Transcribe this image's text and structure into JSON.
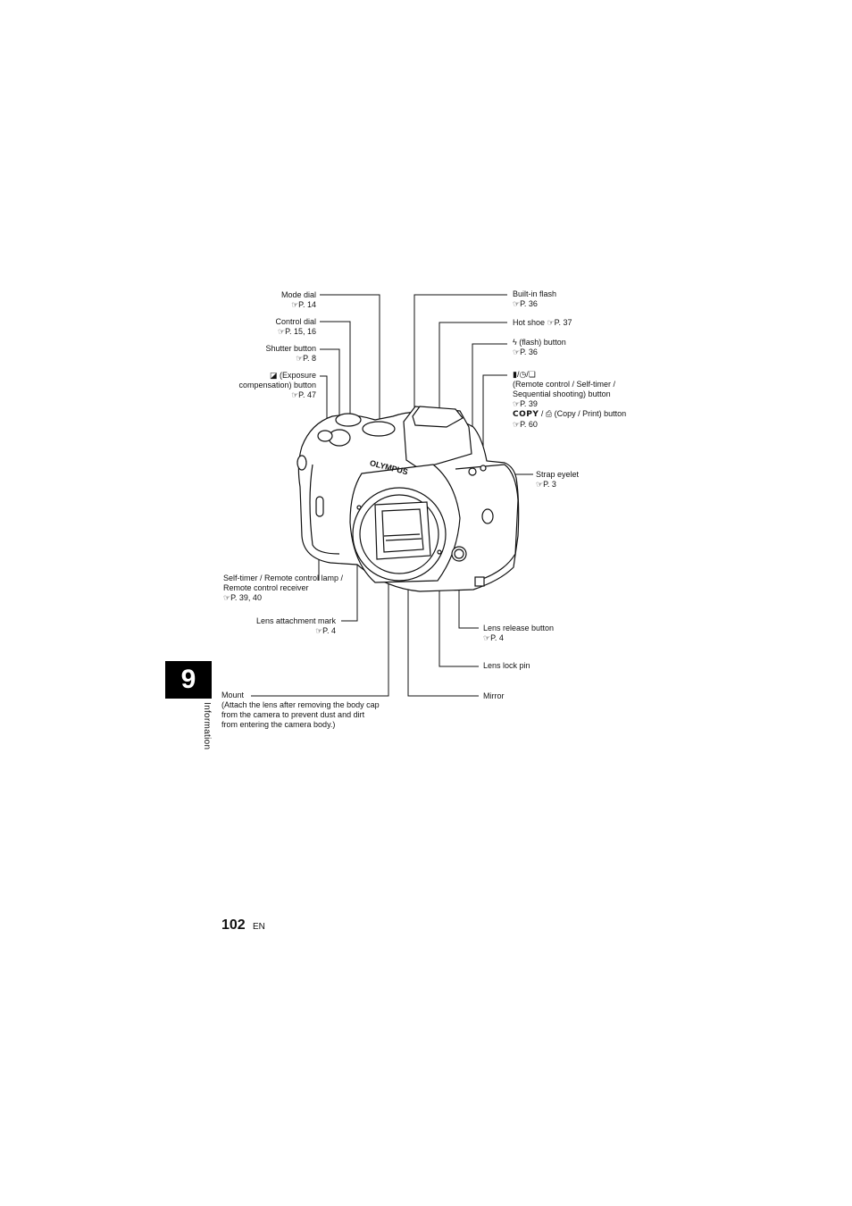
{
  "chapter": {
    "number": "9",
    "side_label": "Information"
  },
  "footer": {
    "page_number": "102",
    "language": "EN"
  },
  "labels": {
    "mode_dial": {
      "name": "Mode dial",
      "ref": "P. 14"
    },
    "control_dial": {
      "name": "Control dial",
      "ref": "P. 15, 16"
    },
    "shutter_button": {
      "name": "Shutter button",
      "ref": "P. 8"
    },
    "exposure_button": {
      "name_1": "(Exposure",
      "name_2": "compensation) button",
      "ref": "P. 47"
    },
    "built_in_flash": {
      "name": "Built-in flash",
      "ref": "P. 36"
    },
    "hot_shoe": {
      "name": "Hot shoe",
      "ref": "P. 37"
    },
    "flash_button": {
      "name": "(flash) button",
      "ref": "P. 36"
    },
    "drive_button": {
      "line_1": "(Remote control / Self-timer /",
      "line_2": "Sequential shooting) button",
      "ref": "P. 39",
      "copy_word": "COPY",
      "copy_rest": "(Copy / Print) button",
      "copy_ref": "P. 60"
    },
    "strap_eyelet": {
      "name": "Strap eyelet",
      "ref": "P. 3"
    },
    "self_timer_lamp": {
      "line_1": "Self-timer / Remote control lamp /",
      "line_2": "Remote control receiver",
      "ref": "P. 39, 40"
    },
    "lens_attachment_mark": {
      "name": "Lens attachment mark",
      "ref": "P. 4"
    },
    "lens_release_button": {
      "name": "Lens release button",
      "ref": "P. 4"
    },
    "lens_lock_pin": {
      "name": "Lens lock pin"
    },
    "mount": {
      "name": "Mount",
      "note_1": "(Attach the lens after removing the body cap",
      "note_2": "from the camera to prevent dust and dirt",
      "note_3": "from entering the camera body.)"
    },
    "mirror": {
      "name": "Mirror"
    }
  },
  "camera_brand": "OLYMPUS"
}
